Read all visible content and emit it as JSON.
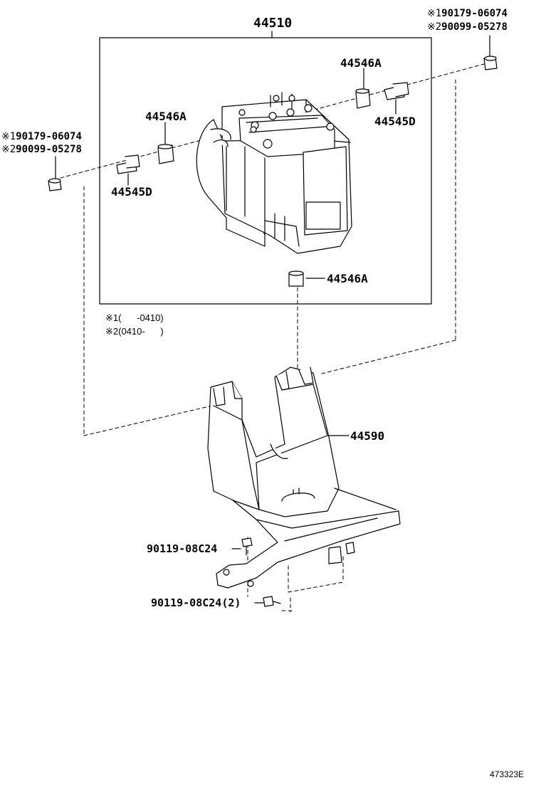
{
  "labels": {
    "assembly": "44510",
    "cushion_top": "44546A",
    "cushion_left": "44546A",
    "cushion_bottom": "44546A",
    "bolt_right": "44545D",
    "bolt_left": "44545D",
    "bracket": "44590",
    "bolt_small": "90119-08C24",
    "bolt_small_qty": "90119-08C24(2)",
    "diagram_id": "473323E"
  },
  "nut_right": {
    "line1_mark": "※1",
    "line1_part": "90179-06074",
    "line2_mark": "※2",
    "line2_part": "90099-05278"
  },
  "nut_left": {
    "line1_mark": "※1",
    "line1_part": "90179-06074",
    "line2_mark": "※2",
    "line2_part": "90099-05278"
  },
  "notes": {
    "note1": "※1(      -0410)",
    "note2": "※2(0410-      )"
  }
}
